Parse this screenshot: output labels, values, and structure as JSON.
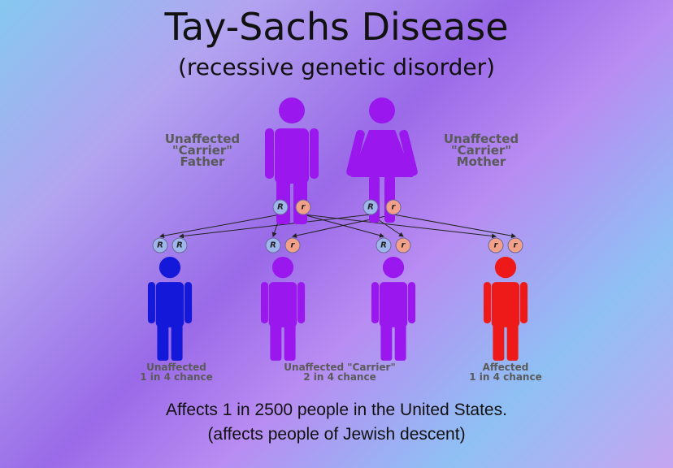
{
  "title": "Tay-Sachs Disease",
  "subtitle": "(recessive genetic disorder)",
  "colors": {
    "unaffected": "#1418d8",
    "carrier": "#9a18ee",
    "affected": "#ee1a1a",
    "dominant_allele": "#9fb6ec",
    "recessive_allele": "#f3a08a"
  },
  "parents": [
    {
      "label_lines": [
        "Unaffected",
        "\"Carrier\"",
        "Father"
      ],
      "alleles": [
        "R",
        "r"
      ],
      "status": "carrier",
      "figure": "male"
    },
    {
      "label_lines": [
        "Unaffected",
        "\"Carrier\"",
        "Mother"
      ],
      "alleles": [
        "R",
        "r"
      ],
      "status": "carrier",
      "figure": "female"
    }
  ],
  "children": [
    {
      "alleles": [
        "R",
        "R"
      ],
      "status": "unaffected"
    },
    {
      "alleles": [
        "R",
        "r"
      ],
      "status": "carrier"
    },
    {
      "alleles": [
        "R",
        "r"
      ],
      "status": "carrier"
    },
    {
      "alleles": [
        "r",
        "r"
      ],
      "status": "affected"
    }
  ],
  "child_labels": [
    {
      "line1": "Unaffected",
      "line2": "1 in 4 chance"
    },
    {
      "line1": "Unaffected \"Carrier\"",
      "line2": "2 in 4 chance"
    },
    {
      "line1": "Affected",
      "line2": "1 in 4 chance"
    }
  ],
  "footnote": {
    "line1": "Affects 1 in 2500 people in the United States.",
    "line2": "(affects people of Jewish descent)"
  }
}
